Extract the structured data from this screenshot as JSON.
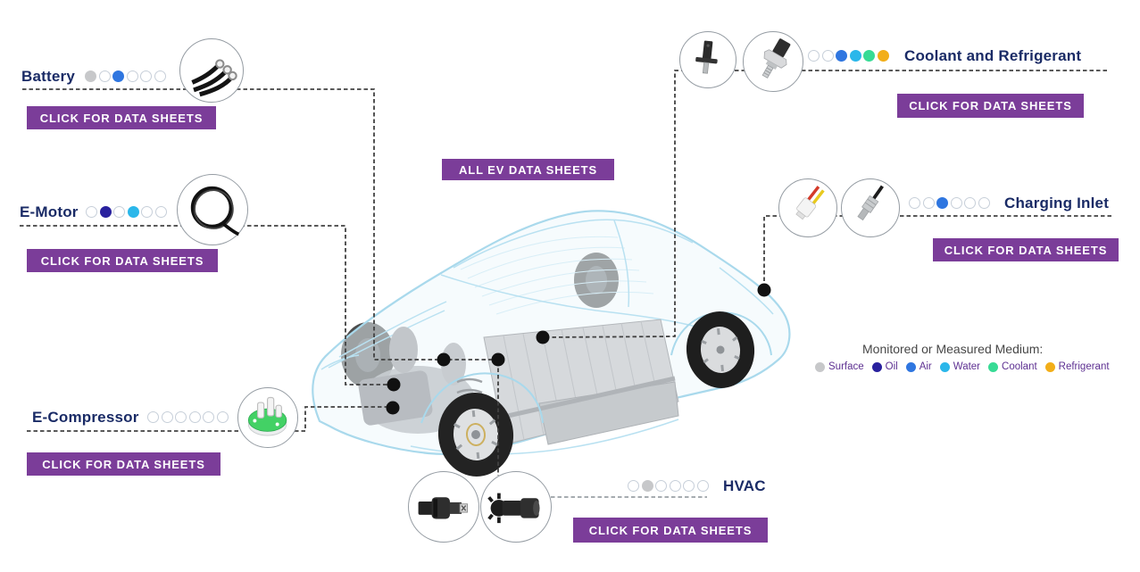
{
  "colors": {
    "accent_purple": "#7b3d99",
    "label_navy": "#1a2b66",
    "legend_text": "#5e3192",
    "legend_title_text": "#474747",
    "dashed_line": "#424242",
    "media": {
      "surface": "#c7c8ca",
      "oil": "#29219e",
      "air": "#2f76e0",
      "water": "#2bb7ea",
      "coolant": "#37db95",
      "refrigerant": "#f2ae19"
    }
  },
  "buttons": {
    "all_ev": "ALL EV DATA SHEETS",
    "click_for_data_sheets": "CLICK FOR DATA SHEETS"
  },
  "sections": [
    {
      "id": "battery",
      "label": "Battery",
      "media": [
        "surface",
        null,
        "air",
        null,
        null,
        null
      ],
      "icon": "cable-harness-sensor-photo"
    },
    {
      "id": "e-motor",
      "label": "E-Motor",
      "media": [
        null,
        "oil",
        null,
        "water",
        null,
        null
      ],
      "icon": "wire-coil-sensor-photo"
    },
    {
      "id": "e-compressor",
      "label": "E-Compressor",
      "media": [
        null,
        null,
        null,
        null,
        null,
        null
      ],
      "icon": "green-disc-header-sensor-photo"
    },
    {
      "id": "hvac",
      "label": "HVAC",
      "media": [
        null,
        "surface",
        null,
        null,
        null,
        null
      ],
      "icons": [
        "barrel-sensor-photo",
        "connector-sensor-photo"
      ]
    },
    {
      "id": "coolant-refrigerant",
      "label": "Coolant and Refrigerant",
      "media": [
        null,
        null,
        "air",
        "water",
        "coolant",
        "refrigerant"
      ],
      "icons": [
        "temperature-probe-photo",
        "pressure-sensor-photo"
      ]
    },
    {
      "id": "charging-inlet",
      "label": "Charging Inlet",
      "media": [
        null,
        null,
        "air",
        null,
        null,
        null
      ],
      "icons": [
        "wired-connector-photo",
        "metal-probe-photo"
      ]
    }
  ],
  "legend": {
    "title": "Monitored or Measured Medium:",
    "items": [
      {
        "label": "Surface",
        "color_key": "surface"
      },
      {
        "label": "Oil",
        "color_key": "oil"
      },
      {
        "label": "Air",
        "color_key": "air"
      },
      {
        "label": "Water",
        "color_key": "water"
      },
      {
        "label": "Coolant",
        "color_key": "coolant"
      },
      {
        "label": "Refrigerant",
        "color_key": "refrigerant"
      }
    ]
  }
}
